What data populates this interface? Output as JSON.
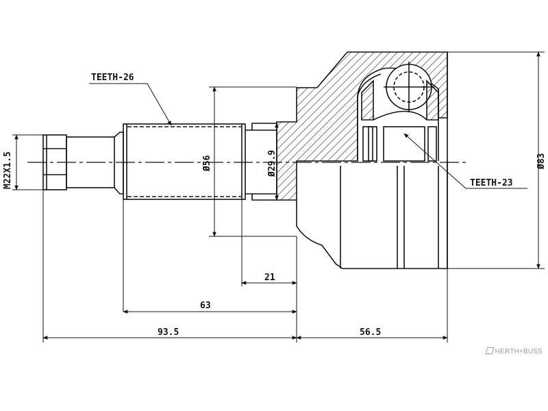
{
  "labels": {
    "teeth_outer": "TEETH-26",
    "teeth_inner": "TEETH-23"
  },
  "dimensions": {
    "thread": "M22X1.5",
    "shaft_dia": "Ø56",
    "seal_dia": "Ø29.9",
    "body_dia": "Ø83",
    "len_21": "21",
    "len_63": "63",
    "len_93_5": "93.5",
    "len_56_5": "56.5"
  },
  "brand": {
    "logo_text": "HERTH+BUSS"
  }
}
